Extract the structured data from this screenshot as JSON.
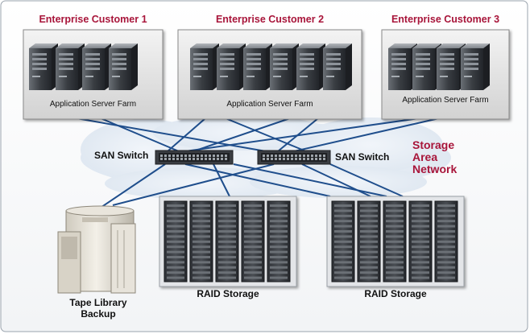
{
  "customers": [
    {
      "title": "Enterprise Customer 1",
      "farm_label": "Application Server Farm"
    },
    {
      "title": "Enterprise Customer 2",
      "farm_label": "Application Server Farm"
    },
    {
      "title": "Enterprise Customer 3",
      "farm_label": "Application Server Farm"
    }
  ],
  "switches": [
    {
      "label": "SAN Switch"
    },
    {
      "label": "SAN Switch"
    }
  ],
  "san": {
    "line1": "Storage",
    "line2": "Area",
    "line3": "Network"
  },
  "storage": {
    "tape": {
      "line1": "Tape Library",
      "line2": "Backup"
    },
    "raid": [
      {
        "label": "RAID Storage"
      },
      {
        "label": "RAID Storage"
      }
    ]
  },
  "colors": {
    "accent": "#a8153a",
    "link": "#1f4e8c",
    "cloud": "#e6eef6"
  },
  "icons": [
    "server-tower-icon",
    "san-switch-icon",
    "raid-rack-icon",
    "tape-library-icon"
  ]
}
